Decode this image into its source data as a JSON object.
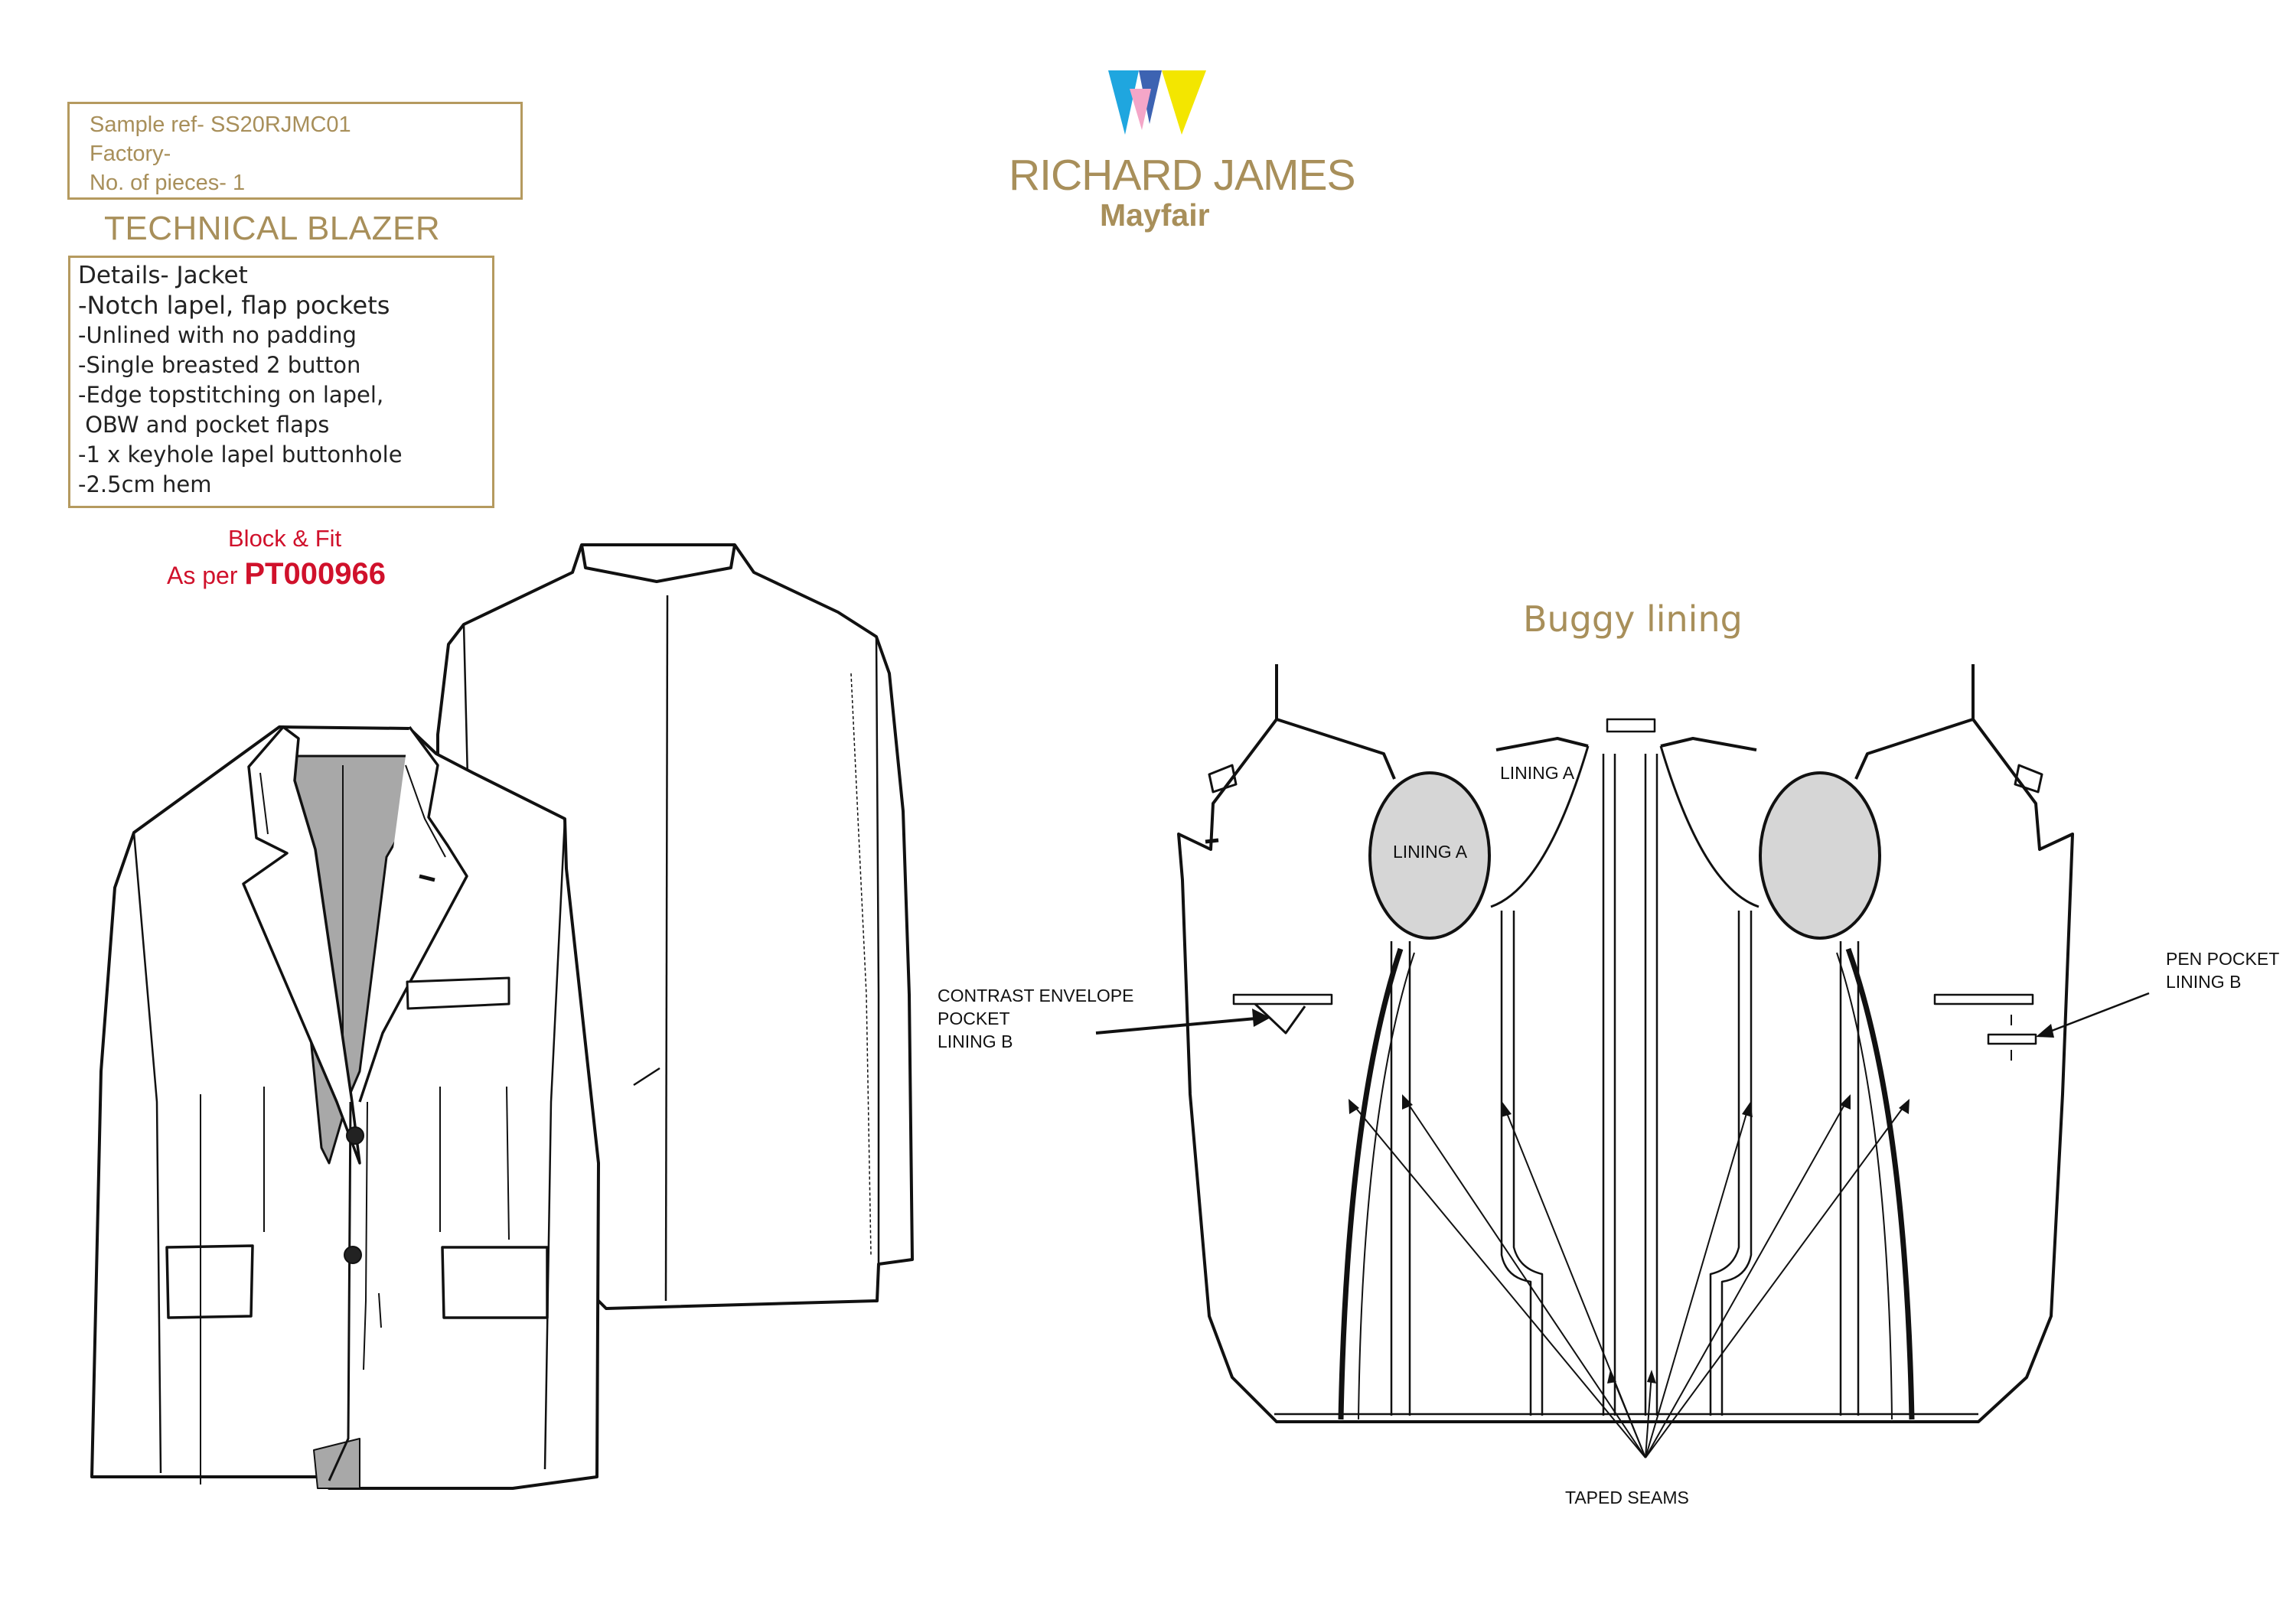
{
  "sample": {
    "ref": "Sample ref- SS20RJMC01",
    "factory": "Factory-",
    "pieces": "No. of pieces- 1"
  },
  "title": "TECHNICAL BLAZER",
  "details": {
    "head": "Details- Jacket",
    "lines": [
      "-Notch lapel, flap pockets",
      "-Unlined with no padding",
      "-Single breasted 2 button",
      "-Edge topstitching on lapel,",
      " OBW and pocket flaps",
      "-1 x keyhole lapel buttonhole",
      "-2.5cm hem"
    ]
  },
  "block_fit": {
    "line1": "Block & Fit",
    "prefix": "As per ",
    "code": "PT000966"
  },
  "brand": {
    "name": "RICHARD JAMES",
    "sub": "Mayfair",
    "logo_colors": [
      "#1fa6df",
      "#f4a6c8",
      "#f3e600",
      "#3d63b2",
      "#f0c400"
    ]
  },
  "lining": {
    "title": "Buggy lining",
    "label_lining_a_top": "LINING A",
    "label_lining_a": "LINING A",
    "contrast_1": "CONTRAST ENVELOPE",
    "contrast_2": "POCKET",
    "contrast_3": "LINING B",
    "pen_1": "PEN POCKET",
    "pen_2": "LINING B",
    "taped": "TAPED SEAMS"
  },
  "colors": {
    "gold": "#a88f5a",
    "red": "#d0112b",
    "grey_fill": "#d6d6d6"
  }
}
